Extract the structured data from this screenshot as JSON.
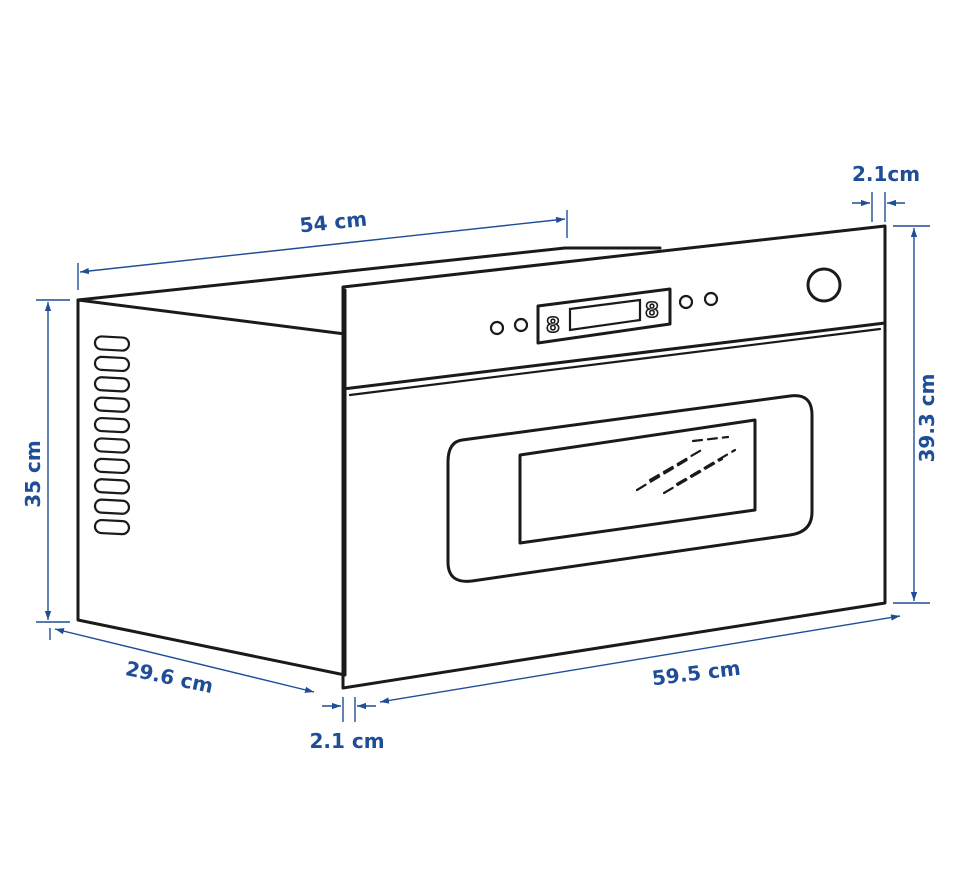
{
  "product": {
    "name": "built-in microwave oven",
    "line_color": "#1a1a1a",
    "display_digits": [
      "8",
      "8"
    ]
  },
  "dimensions": {
    "color": "#1f4e96",
    "width": "59.5 cm",
    "height": "39.3 cm",
    "body_width": "54 cm",
    "body_height": "35 cm",
    "depth": "29.6 cm",
    "front_bottom_thickness": "2.1 cm",
    "front_top_thickness": "2.1cm"
  }
}
